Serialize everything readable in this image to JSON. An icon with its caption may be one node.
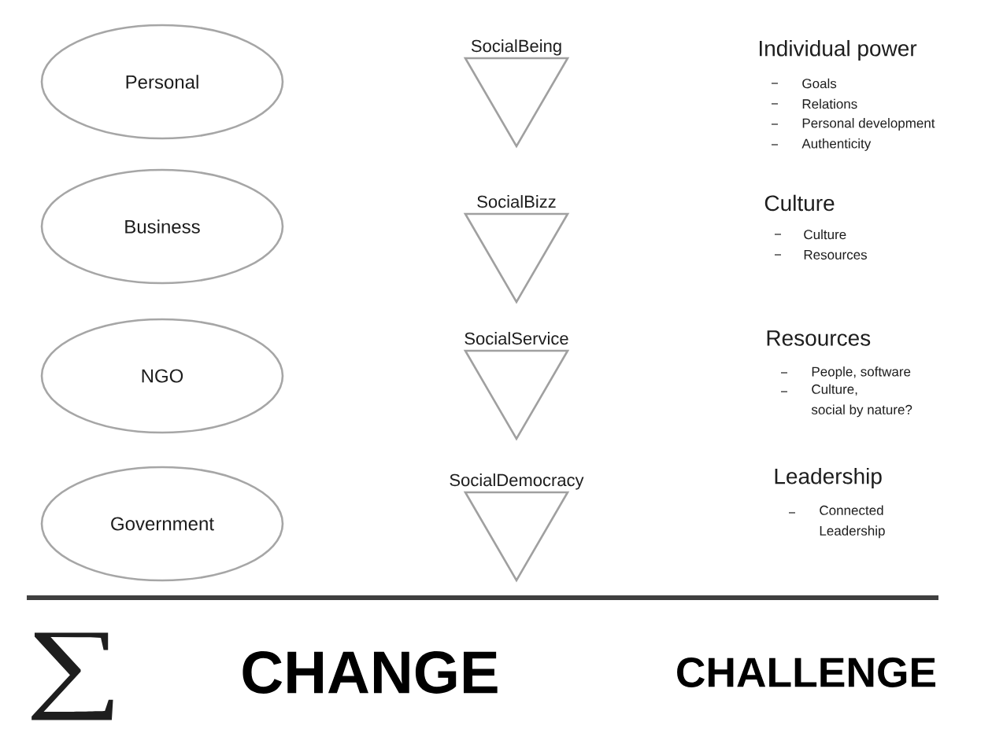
{
  "diagram": {
    "nodes": [
      {
        "text": [
          "Personal"
        ]
      },
      {
        "text": [
          "SocialBeing"
        ]
      },
      {
        "text": [
          "Business"
        ]
      },
      {
        "text": [
          "SocialBizz"
        ]
      },
      {
        "text": [
          "NGO"
        ]
      },
      {
        "text": [
          "SocialService"
        ]
      },
      {
        "text": [
          "Government"
        ]
      },
      {
        "text": [
          "SocialDemocracy"
        ]
      }
    ],
    "labels": [
      "Individual power",
      "Goals",
      "Relations",
      "Personal development",
      "Authenticity",
      "Culture",
      "Culture",
      "Resources",
      "Resources",
      "People, software",
      "Culture, social by nature?",
      "Leadership",
      "Connected Leadership",
      "∑",
      "CHANGE",
      "CHALLENGE"
    ]
  }
}
